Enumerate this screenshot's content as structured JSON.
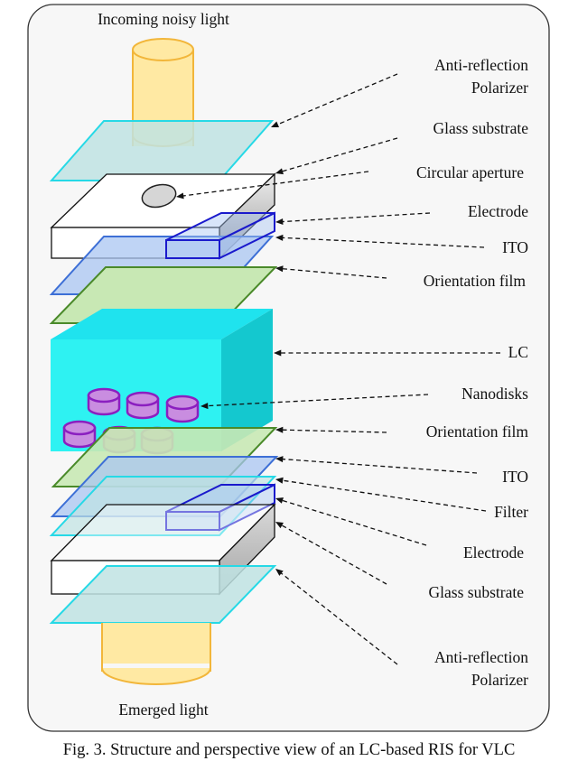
{
  "labels": {
    "top": "Incoming noisy light",
    "bottom": "Emerged light",
    "right": [
      {
        "lines": [
          "Anti-reflection",
          "Polarizer"
        ]
      },
      {
        "lines": [
          "Glass substrate"
        ]
      },
      {
        "lines": [
          "Circular aperture"
        ]
      },
      {
        "lines": [
          "Electrode"
        ]
      },
      {
        "lines": [
          "ITO"
        ]
      },
      {
        "lines": [
          "Orientation film"
        ]
      },
      {
        "lines": [
          "LC"
        ]
      },
      {
        "lines": [
          "Nanodisks"
        ]
      },
      {
        "lines": [
          "Orientation film"
        ]
      },
      {
        "lines": [
          "ITO"
        ]
      },
      {
        "lines": [
          "Filter"
        ]
      },
      {
        "lines": [
          "Electrode"
        ]
      },
      {
        "lines": [
          "Glass substrate"
        ]
      },
      {
        "lines": [
          "Anti-reflection",
          "Polarizer"
        ]
      }
    ]
  },
  "caption": "Fig. 3. Structure and perspective view of an LC-based RIS for VLC",
  "colors": {
    "light_beam": "#ffe9a3",
    "light_beam_edge": "#f2b63a",
    "polarizer_fill": "#bfe3e3",
    "polarizer_edge": "#26d9e6",
    "ito_fill": "#a9c6f2",
    "ito_edge": "#3d6fd6",
    "orientation_fill": "#c8e8b4",
    "orientation_edge": "#4a8a2a",
    "lc_front": "#2ef2f2",
    "lc_top": "#1fe3ee",
    "lc_side": "#14c8cf",
    "nanodisk_fill": "#c98de0",
    "nanodisk_edge": "#8b1fc0",
    "electrode_edge": "#1a1acc",
    "box_side": "#b3b3b3",
    "frame_edge": "#333333",
    "frame_fill": "#f7f7f7"
  }
}
